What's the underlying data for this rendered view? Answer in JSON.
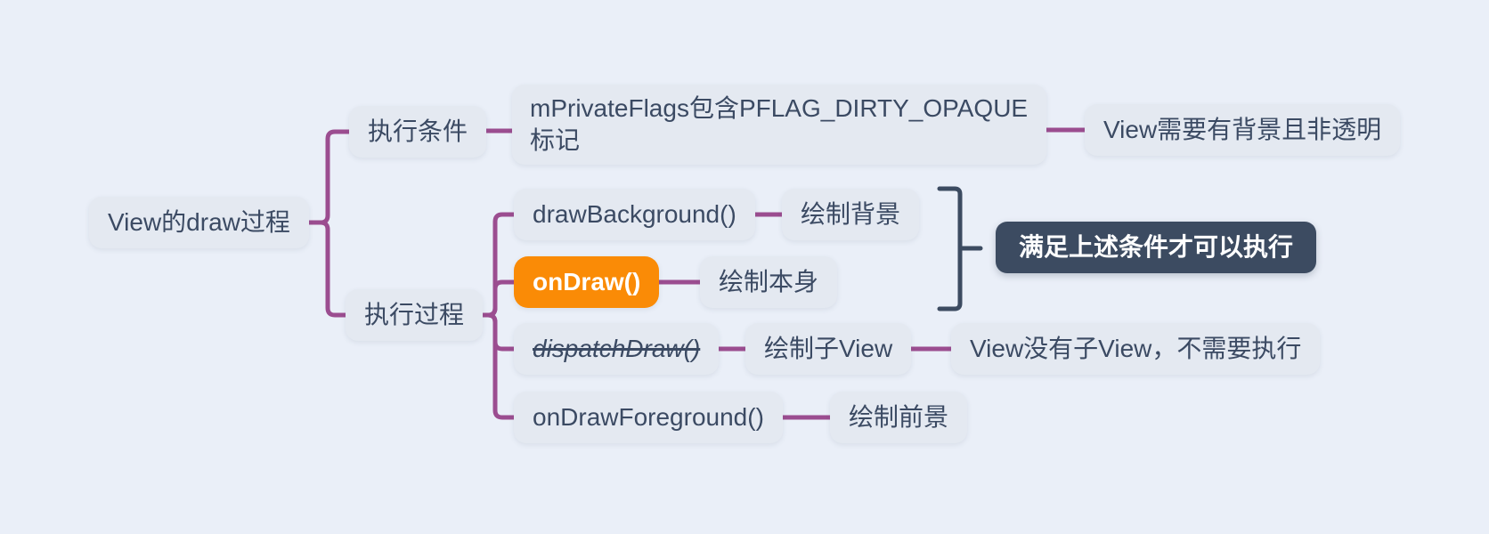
{
  "colors": {
    "background": "#eaeff8",
    "node_fill": "#e4e9f1",
    "node_text": "#3b4a63",
    "branch_line": "#9b4d90",
    "highlight_fill": "#fa8b06",
    "highlight_text": "#ffffff",
    "summary_fill": "#3c4b61",
    "summary_text": "#ffffff",
    "bracket": "#3c4b61"
  },
  "nodes": {
    "root": {
      "label": "View的draw过程"
    },
    "exec_condition": {
      "label": "执行条件"
    },
    "mprivateflags": {
      "label": "mPrivateFlags包含PFLAG_DIRTY_OPAQUE标记"
    },
    "view_bg_opaque": {
      "label": "View需要有背景且非透明"
    },
    "exec_process": {
      "label": "执行过程"
    },
    "draw_background": {
      "label": "drawBackground()"
    },
    "draw_bg_note": {
      "label": "绘制背景"
    },
    "on_draw": {
      "label": "onDraw()"
    },
    "draw_self_note": {
      "label": "绘制本身"
    },
    "dispatch_draw": {
      "label": "dispatchDraw()"
    },
    "draw_children_note": {
      "label": "绘制子View"
    },
    "no_children_note": {
      "label": "View没有子View，不需要执行"
    },
    "on_draw_foreground": {
      "label": "onDrawForeground()"
    },
    "draw_fg_note": {
      "label": "绘制前景"
    },
    "summary": {
      "label": "满足上述条件才可以执行"
    }
  }
}
